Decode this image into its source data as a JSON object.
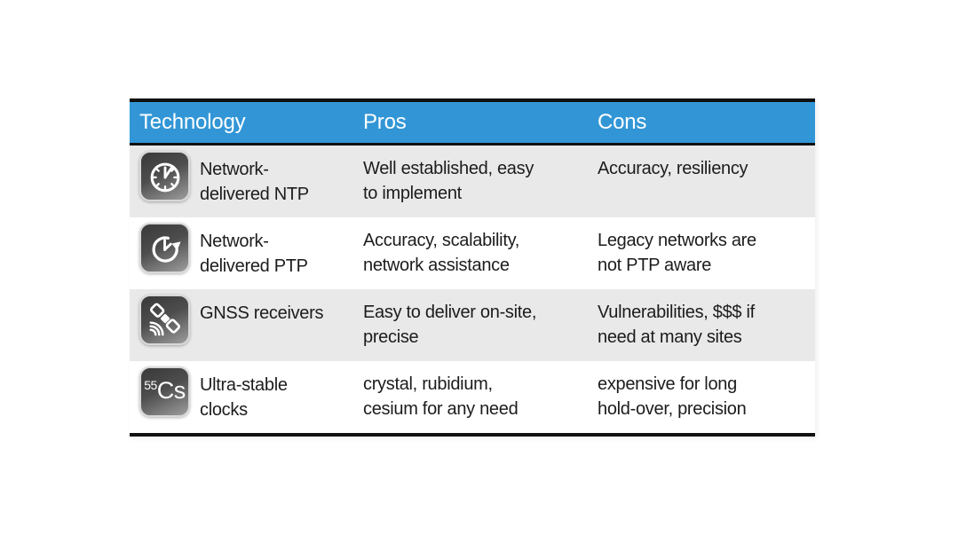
{
  "colors": {
    "page-bg": "#ffffff",
    "accent-blue": "#3296D6",
    "row-gray": "#E9E9E9",
    "row-white": "#FFFFFF",
    "border-black": "#111111",
    "header-text": "#FFFFFF",
    "body-text": "#1C1C1C"
  },
  "table": {
    "columns": [
      "Technology",
      "Pros",
      "Cons"
    ],
    "rows": [
      {
        "icon": "ntp-clock-icon",
        "technology": [
          "Network-",
          "delivered NTP"
        ],
        "pros": [
          "Well established, easy",
          "to implement"
        ],
        "cons": [
          "Accuracy, resiliency"
        ]
      },
      {
        "icon": "ptp-history-clock-icon",
        "technology": [
          "Network-",
          "delivered PTP"
        ],
        "pros": [
          "Accuracy, scalability,",
          "network assistance"
        ],
        "cons": [
          "Legacy networks are",
          "not PTP aware"
        ]
      },
      {
        "icon": "gnss-satellite-icon",
        "technology": [
          "GNSS receivers"
        ],
        "pros": [
          "Easy to deliver on-site,",
          "precise"
        ],
        "cons": [
          "Vulnerabilities, $$$ if",
          "need at many sites"
        ]
      },
      {
        "icon": "cesium-element-icon",
        "technology": [
          "Ultra-stable",
          "clocks"
        ],
        "pros": [
          "crystal, rubidium,",
          "cesium for any need"
        ],
        "cons": [
          "expensive for long",
          "hold-over, precision"
        ]
      }
    ]
  },
  "icons": {
    "cesium": {
      "mass": "55",
      "symbol": "Cs"
    }
  }
}
